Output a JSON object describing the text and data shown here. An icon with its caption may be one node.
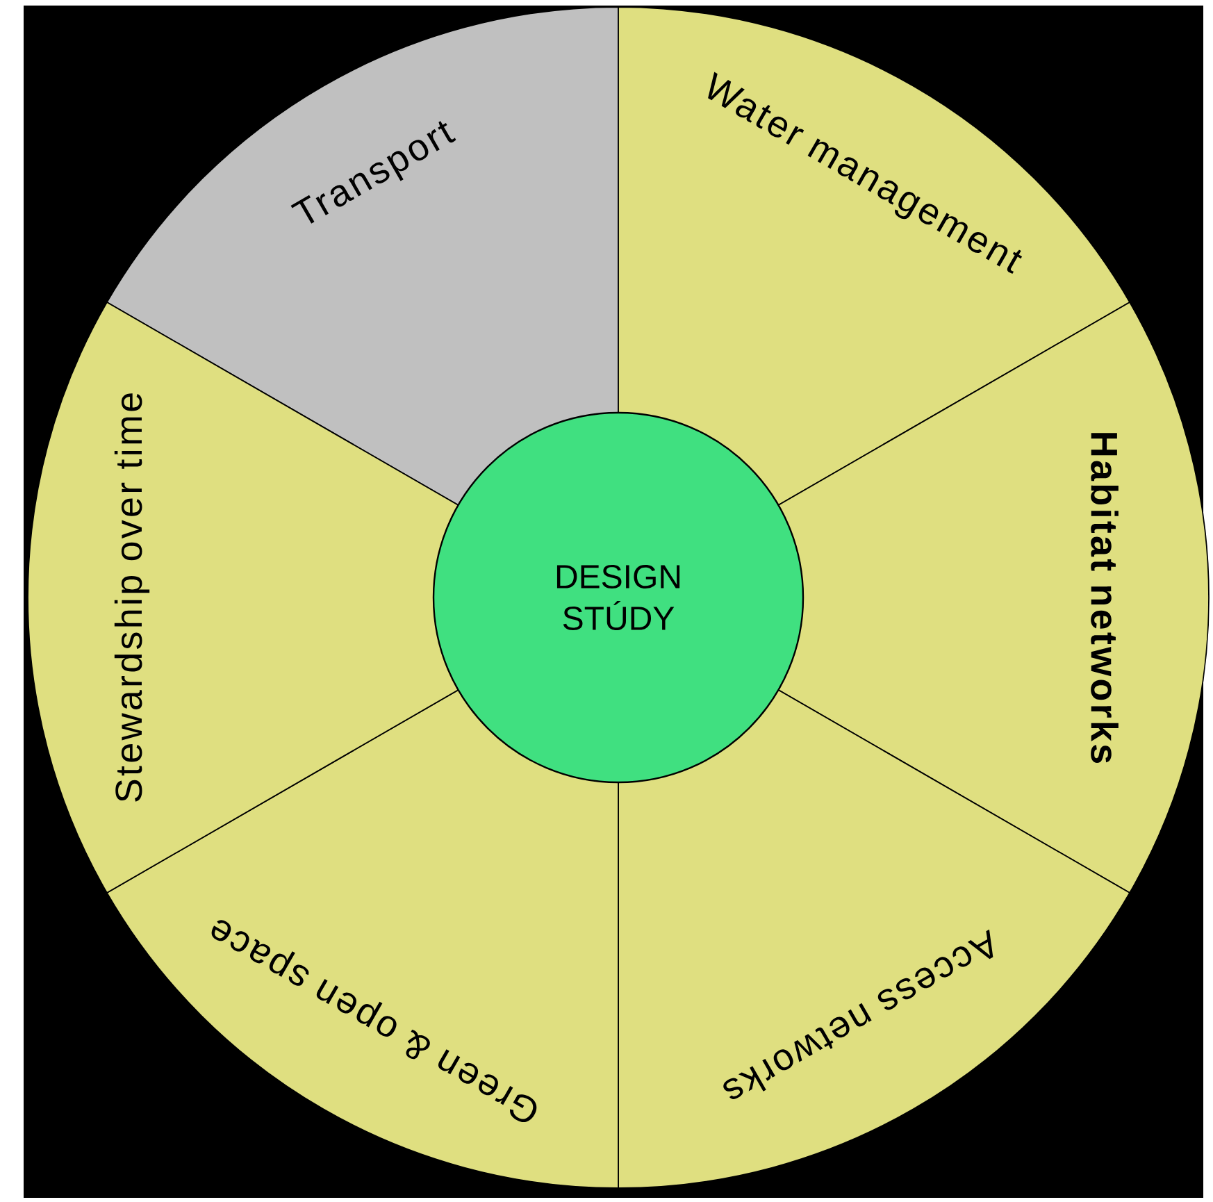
{
  "diagram": {
    "nodes": [
      {
        "text": [
          "Transport"
        ]
      },
      {
        "text": [
          "Water management"
        ]
      },
      {
        "text": [
          "Habitat networks"
        ]
      },
      {
        "text": [
          "Access networks"
        ]
      },
      {
        "text": [
          "Green & open space"
        ]
      },
      {
        "text": [
          "Stewardship over time"
        ]
      },
      {
        "text": [
          "DESIGN STÚDY"
        ]
      }
    ]
  }
}
